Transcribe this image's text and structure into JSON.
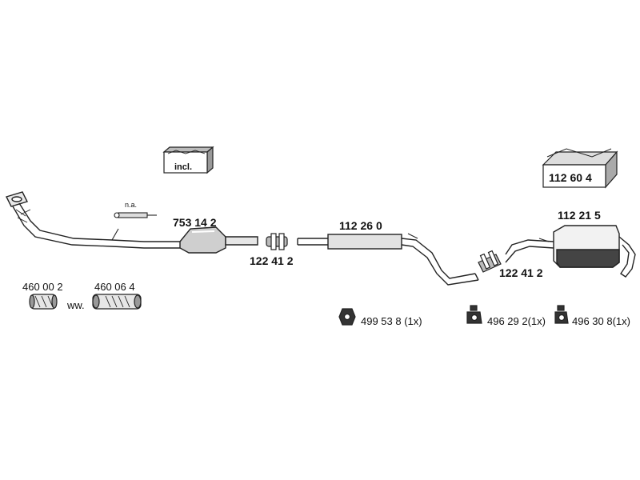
{
  "parts": {
    "catalyst": "753 14 2",
    "front_pipe_na": "n.a.",
    "incl_kit": "incl.",
    "clamp_left": "122 41 2",
    "center_silencer": "112 26 0",
    "mounting_kit_box": "112 60 4",
    "rear_silencer": "112 21 5",
    "clamp_right": "122 41 2",
    "flex_1": "460 00 2",
    "flex_ww": "ww.",
    "flex_2": "460 06 4",
    "hanger_1": "499 53 8 (1x)",
    "hanger_2": "496 29 2(1x)",
    "hanger_3": "496 30 8(1x)"
  }
}
